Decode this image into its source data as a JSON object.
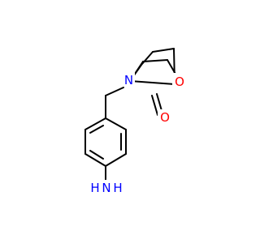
{
  "molecule": {
    "atoms": {
      "n_ring": {
        "label": "N",
        "color": "#0000ff"
      },
      "o_ring": {
        "label": "O",
        "color": "#ff0000"
      },
      "o_carbonyl": {
        "label": "O",
        "color": "#ff0000"
      },
      "n_amine": {
        "label": "N",
        "color": "#0000ff"
      },
      "h_amine_left": {
        "label": "H",
        "color": "#0000ff"
      },
      "h_amine_right": {
        "label": "H",
        "color": "#0000ff"
      }
    },
    "bond_color": "#000000"
  }
}
